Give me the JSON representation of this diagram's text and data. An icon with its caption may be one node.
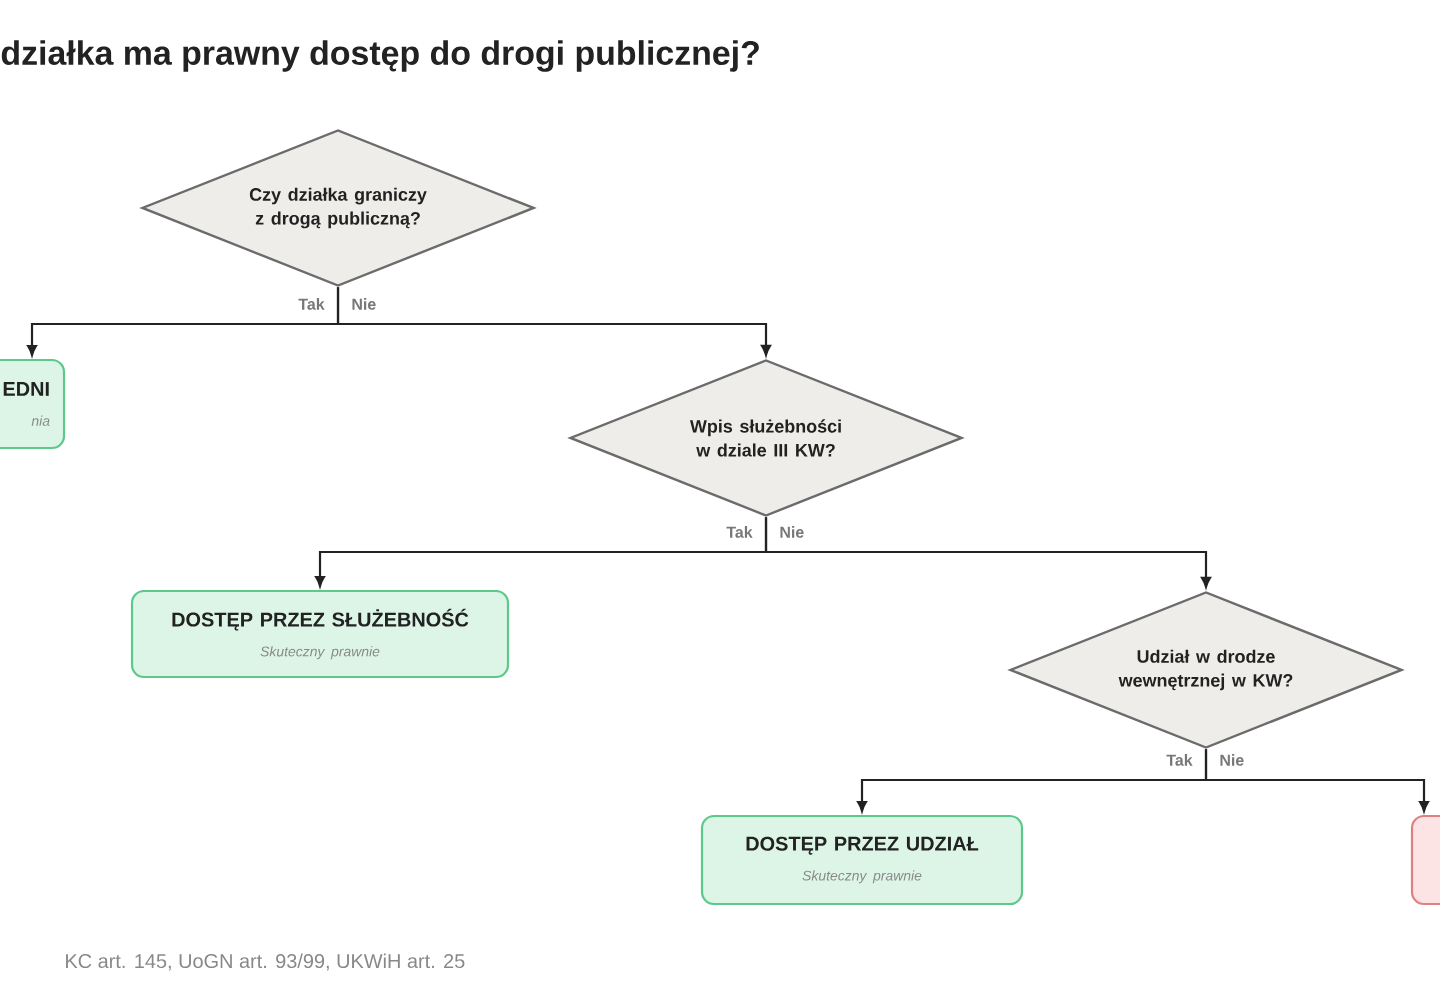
{
  "diagram": {
    "title": "działka ma prawny dostęp do drogi publicznej?",
    "nodes": [
      {
        "text": [
          "Czy działka graniczy z drogą publiczną?"
        ]
      },
      {
        "text": [
          "EDNI",
          "nia"
        ]
      },
      {
        "text": [
          "Wpis służebności w dziale III KW?"
        ]
      },
      {
        "text": [
          "DOSTĘP PRZEZ SŁUŻEBNOŚĆ",
          "Skuteczny prawnie"
        ]
      },
      {
        "text": [
          "Udział w drodze wewnętrznej w KW?"
        ]
      },
      {
        "text": [
          "DOSTĘP PRZEZ UDZIAŁ",
          "Skuteczny prawnie"
        ]
      },
      {
        "text": [],
        "shape": "box"
      }
    ],
    "edges": [
      {
        "from": 0,
        "to": 1,
        "arrow": "to",
        "label": "Tak"
      },
      {
        "from": 0,
        "to": 2,
        "arrow": "to",
        "label": "Nie"
      },
      {
        "from": 2,
        "to": 3,
        "arrow": "to",
        "label": "Tak"
      },
      {
        "from": 2,
        "to": 4,
        "arrow": "to",
        "label": "Nie"
      },
      {
        "from": 4,
        "to": 5,
        "arrow": "to",
        "label": "Tak"
      },
      {
        "from": 4,
        "to": 6,
        "arrow": "to",
        "label": "Nie"
      }
    ],
    "labels": [
      "KC art. 145, UoGN art. 93/99, UKWiH art. 25"
    ]
  }
}
